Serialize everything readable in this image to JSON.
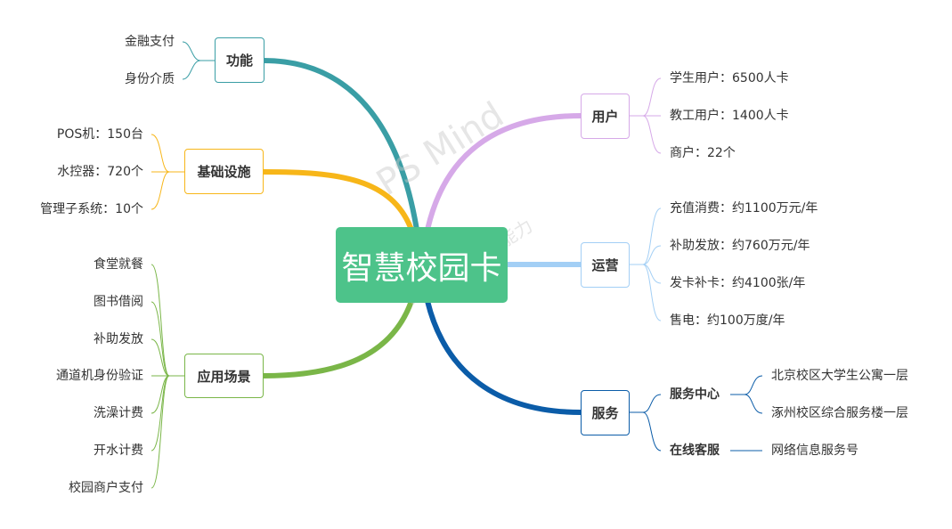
{
  "center": {
    "label": "智慧校园卡",
    "color": "#4dc38a"
  },
  "watermark": {
    "line1": "PS Mind",
    "line2": "WPS思维导图能力"
  },
  "branches": {
    "function": {
      "label": "功能",
      "color": "#3a9ea5",
      "items": [
        "金融支付",
        "身份介质"
      ]
    },
    "infra": {
      "label": "基础设施",
      "color": "#f7b619",
      "items": [
        "POS机：150台",
        "水控器：720个",
        "管理子系统：10个"
      ]
    },
    "scenes": {
      "label": "应用场景",
      "color": "#7ab648",
      "items": [
        "食堂就餐",
        "图书借阅",
        "补助发放",
        "通道机身份验证",
        "洗澡计费",
        "开水计费",
        "校园商户支付"
      ]
    },
    "users": {
      "label": "用户",
      "color": "#d6a9e8",
      "items": [
        "学生用户：6500人卡",
        "教工用户：1400人卡",
        "商户：22个"
      ]
    },
    "ops": {
      "label": "运营",
      "color": "#a3cff5",
      "items": [
        "充值消费：约1100万元/年",
        "补助发放：约760万元/年",
        "发卡补卡：约4100张/年",
        "售电：约100万度/年"
      ]
    },
    "service": {
      "label": "服务",
      "color": "#0b5ca8",
      "center_label": "服务中心",
      "center_items": [
        "北京校区大学生公寓一层",
        "涿州校区综合服务楼一层"
      ],
      "online_label": "在线客服",
      "online_items": [
        "网络信息服务号"
      ]
    }
  }
}
